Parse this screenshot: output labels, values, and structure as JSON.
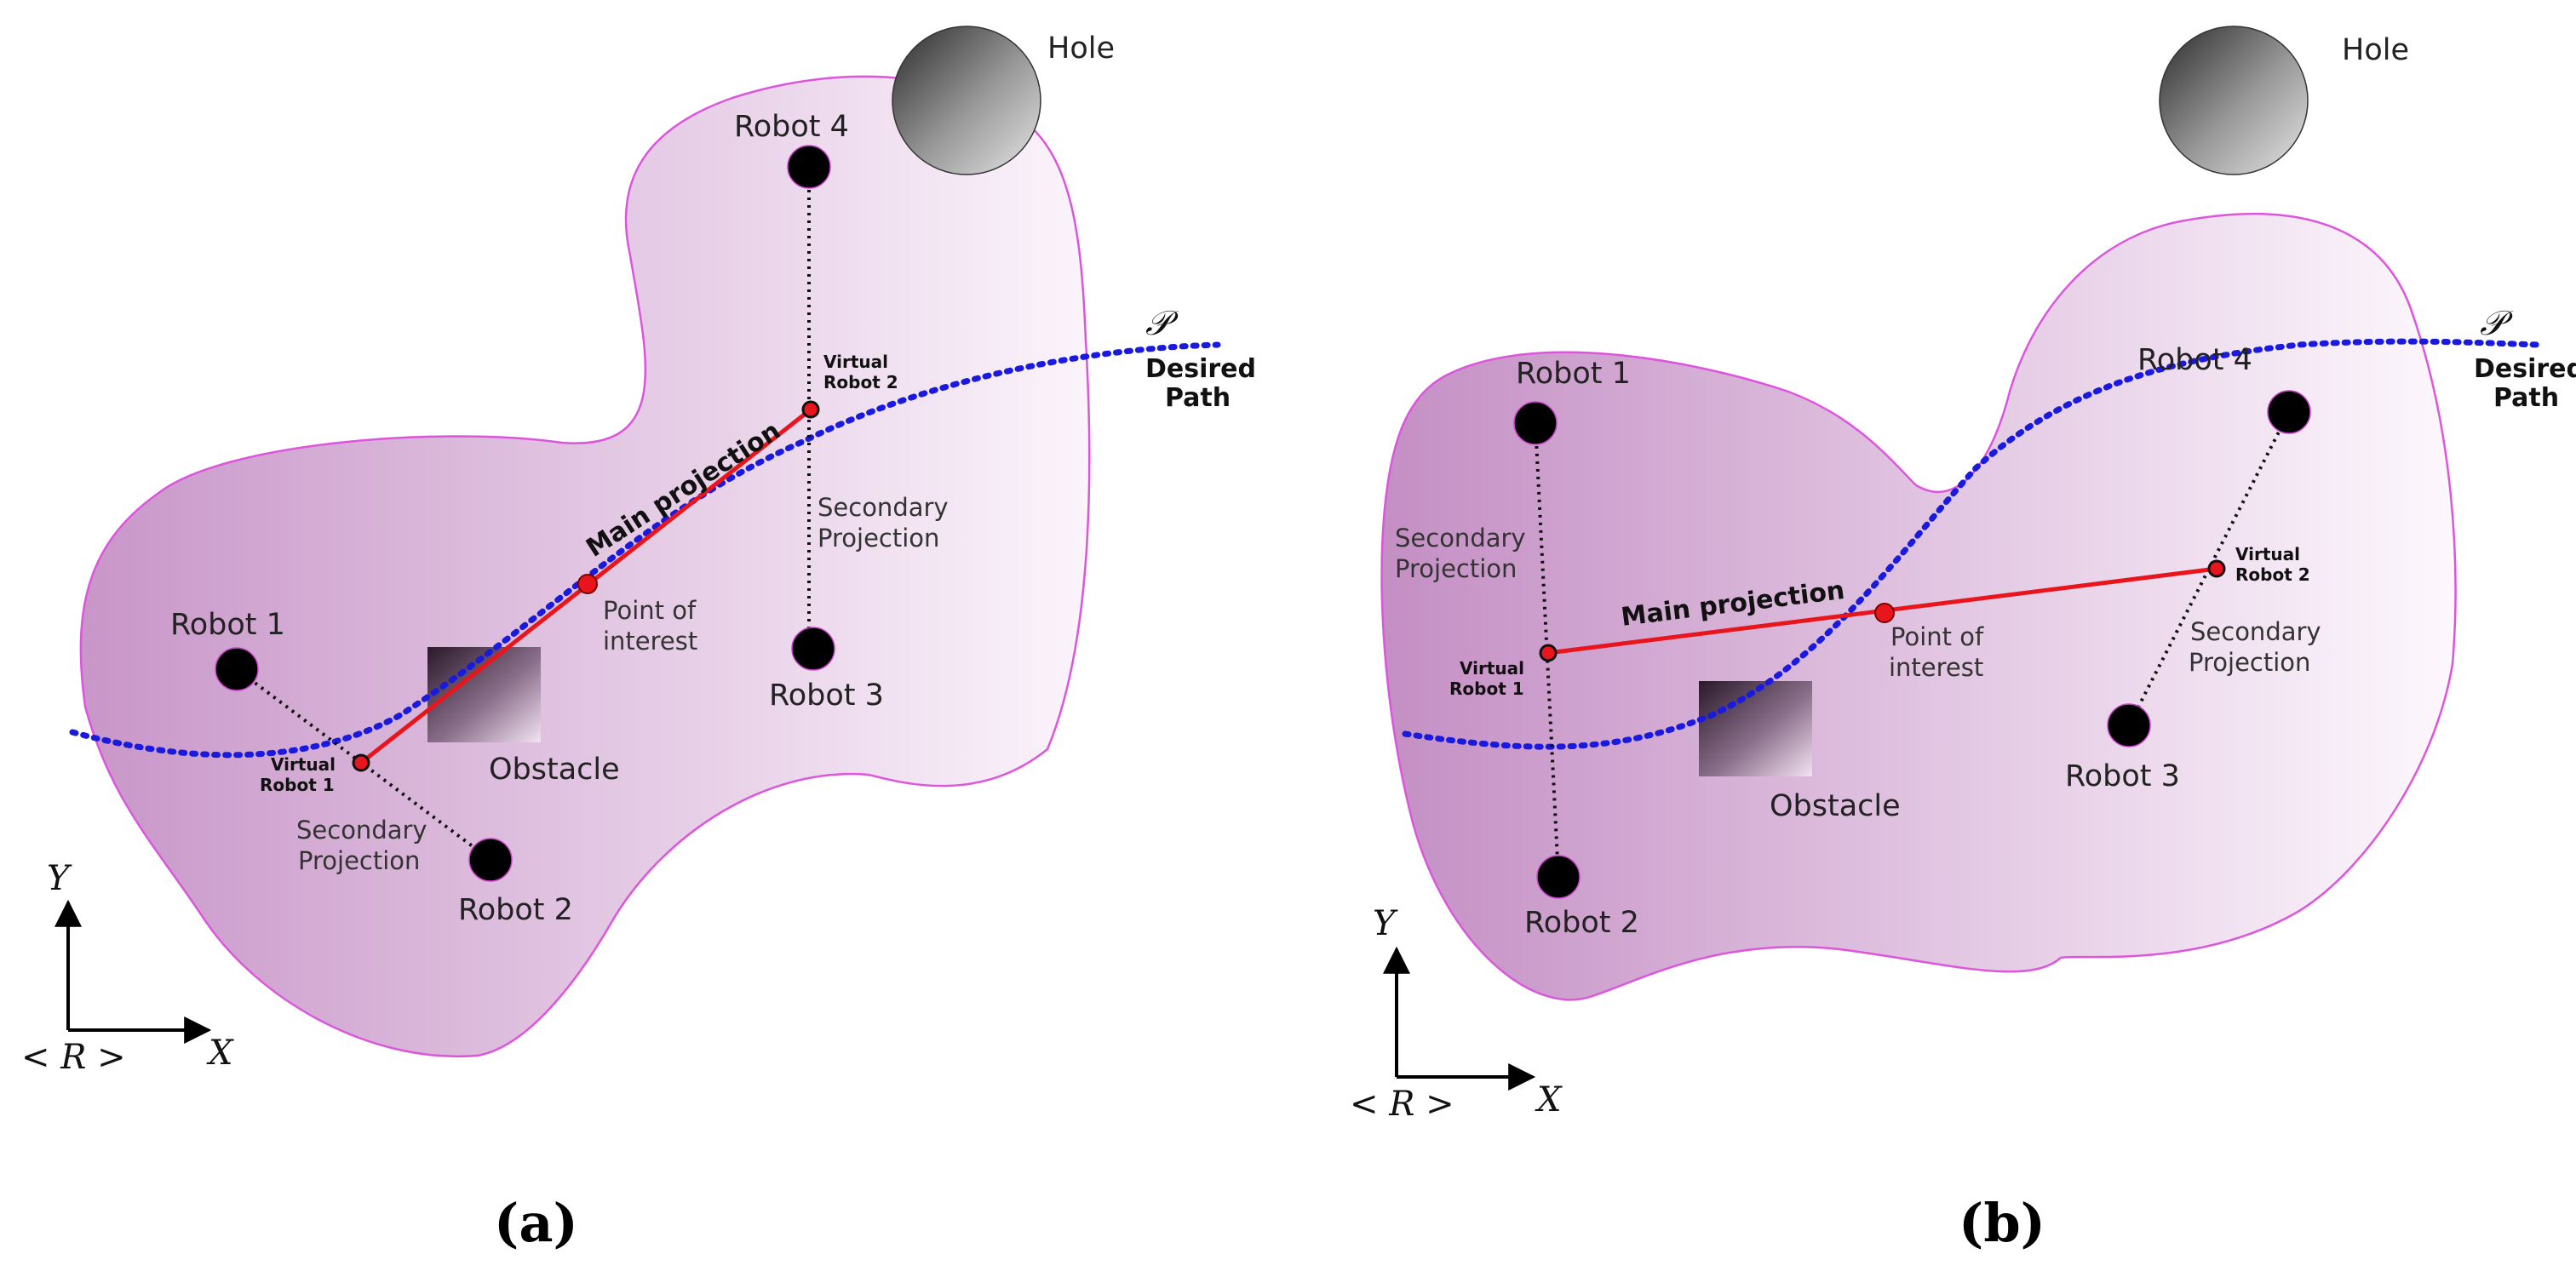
{
  "colors": {
    "region_stroke": "#dd55dd",
    "region_fill_dark": "#c896c8",
    "region_fill_light": "#fbf4fb",
    "path": "#1a1adf",
    "main_projection": "#e8161c",
    "robot": "#000000"
  },
  "panel_a": {
    "caption": "(a)",
    "hole_label": "Hole",
    "robot1": "Robot 1",
    "robot2": "Robot 2",
    "robot3": "Robot 3",
    "robot4": "Robot 4",
    "virtual_robot1": [
      "Virtual",
      "Robot 1"
    ],
    "virtual_robot2": [
      "Virtual",
      "Robot 2"
    ],
    "main_projection": "Main projection",
    "secondary_projection_1": [
      "Secondary",
      "Projection"
    ],
    "secondary_projection_2": [
      "Secondary",
      "Projection"
    ],
    "point_of_interest": [
      "Point of",
      "interest"
    ],
    "obstacle": "Obstacle",
    "path_symbol": "𝒫",
    "desired_path": [
      "Desired",
      "Path"
    ],
    "axis_y": "Y",
    "axis_x": "X",
    "frame": "< R >"
  },
  "panel_b": {
    "caption": "(b)",
    "hole_label": "Hole",
    "robot1": "Robot 1",
    "robot2": "Robot 2",
    "robot3": "Robot 3",
    "robot4": "Robot 4",
    "virtual_robot1": [
      "Virtual",
      "Robot 1"
    ],
    "virtual_robot2": [
      "Virtual",
      "Robot 2"
    ],
    "main_projection": "Main projection",
    "secondary_projection_1": [
      "Secondary",
      "Projection"
    ],
    "secondary_projection_2": [
      "Secondary",
      "Projection"
    ],
    "point_of_interest": [
      "Point of",
      "interest"
    ],
    "obstacle": "Obstacle",
    "path_symbol": "𝒫",
    "desired_path": [
      "Desired",
      "Path"
    ],
    "axis_y": "Y",
    "axis_x": "X",
    "frame": "< R >"
  }
}
